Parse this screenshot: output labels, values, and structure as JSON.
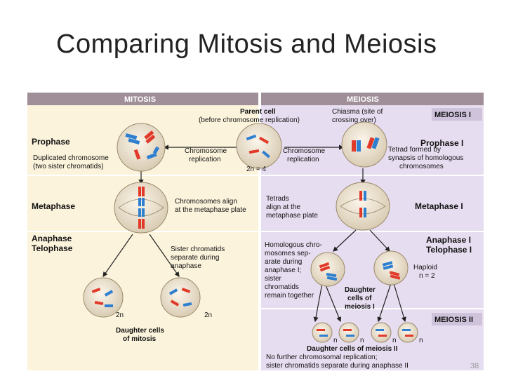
{
  "slide": {
    "title": "Comparing Mitosis and Meiosis",
    "page_number": "38"
  },
  "headers": {
    "mitosis": "MITOSIS",
    "meiosis": "MEIOSIS"
  },
  "left_stages": {
    "prophase": "Prophase",
    "metaphase": "Metaphase",
    "anaphase": "Anaphase",
    "telophase": "Telophase"
  },
  "right_stages": {
    "meiosis1": "MEIOSIS I",
    "prophase1": "Prophase I",
    "metaphase1": "Metaphase I",
    "anaphase1": "Anaphase I",
    "telophase1": "Telophase I",
    "meiosis2": "MEIOSIS II"
  },
  "labels": {
    "parent_cell_1": "Parent cell",
    "parent_cell_2": "(before chromosome replication)",
    "chiasma_1": "Chiasma (site of",
    "chiasma_2": "crossing over)",
    "dup_1": "Duplicated chromosome",
    "dup_2": "(two sister chromatids)",
    "repl_left_1": "Chromosome",
    "repl_left_2": "replication",
    "repl_right_1": "Chromosome",
    "repl_right_2": "replication",
    "two_n_4": "2n = 4",
    "tetrad_1": "Tetrad formed by",
    "tetrad_2": "synapsis of homologous",
    "tetrad_3": "chromosomes",
    "align_1": "Chromosomes align",
    "align_2": "at the metaphase plate",
    "tetrads_1": "Tetrads",
    "tetrads_2": "align at the",
    "tetrads_3": "metaphase plate",
    "sister_1": "Sister chromatids",
    "sister_2": "separate during",
    "sister_3": "anaphase",
    "homol_1": "Homologous chro-",
    "homol_2": "mosomes sep-",
    "homol_3": "arate during",
    "homol_4": "anaphase I;",
    "homol_5": "sister",
    "homol_6": "chromatids",
    "homol_7": "remain together",
    "haploid_1": "Haploid",
    "haploid_2": "n = 2",
    "dm1_1": "Daughter",
    "dm1_2": "cells of",
    "dm1_3": "meiosis I",
    "two_n_a": "2n",
    "two_n_b": "2n",
    "dmit_1": "Daughter cells",
    "dmit_2": "of mitosis",
    "n_1": "n",
    "n_2": "n",
    "n_3": "n",
    "n_4": "n",
    "dm2": "Daughter cells of meiosis II",
    "nofurther_1": "No further chromosomal replication;",
    "nofurther_2": "sister chromatids separate during anaphase II"
  },
  "colors": {
    "mitosis_bg": "#fbf3dc",
    "meiosis_bg": "#e7ddf0",
    "header_bg": "#a08f98",
    "cell_fill": "#f3ead8",
    "red": "#e23a2a",
    "blue": "#2f7fd0"
  }
}
